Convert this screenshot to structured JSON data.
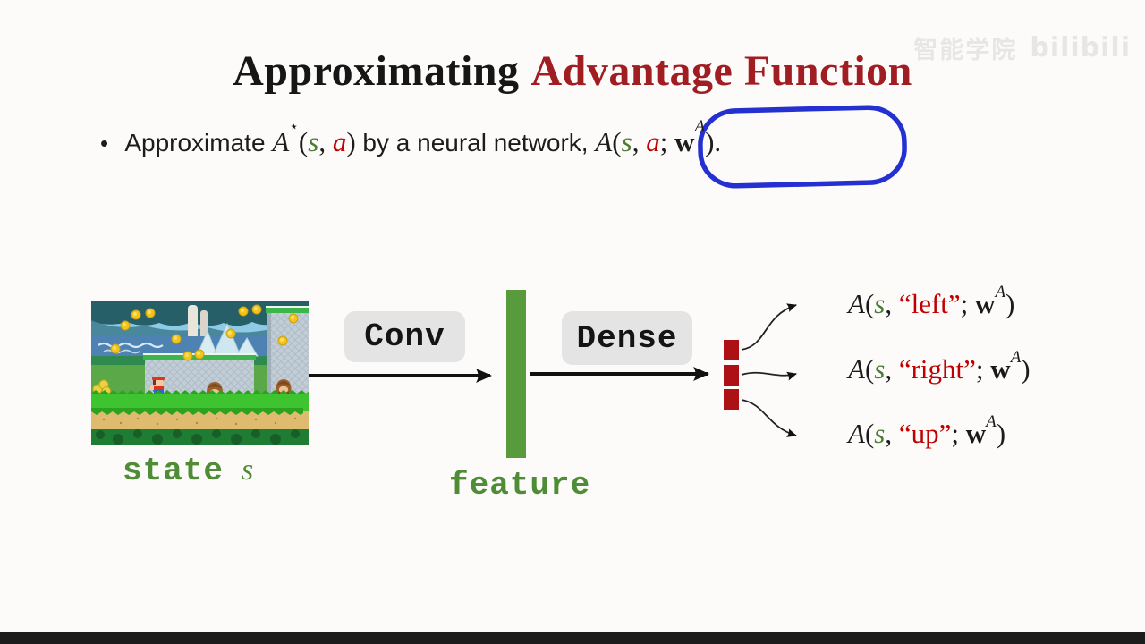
{
  "title": {
    "black_part": "Approximating",
    "red_part": "Advantage Function"
  },
  "watermark": {
    "cn_text": "智能学院",
    "logo_text": "bilibili"
  },
  "bullet": {
    "marker": "•",
    "lead": "Approximate",
    "mid": "by a neural network,"
  },
  "math": {
    "A": "A",
    "star": "⋆",
    "open": "(",
    "close": ")",
    "s": "s",
    "a": "a",
    "comma": ", ",
    "semi": "; ",
    "w": "w",
    "sup_A": "A",
    "period": "."
  },
  "network": {
    "state_word": "state",
    "state_var": "s",
    "conv_label": "Conv",
    "dense_label": "Dense",
    "feature_label": "feature",
    "outputs": [
      {
        "action": "“left”"
      },
      {
        "action": "“right”"
      },
      {
        "action": "“up”"
      }
    ]
  },
  "colors": {
    "title_red": "#a01d22",
    "math_green": "#4a7c31",
    "math_red": "#c00000",
    "mono_green": "#4f8c36",
    "feature_bar_green": "#579b3c",
    "output_square_red": "#ad1015",
    "annotation_blue": "#2431d0"
  }
}
